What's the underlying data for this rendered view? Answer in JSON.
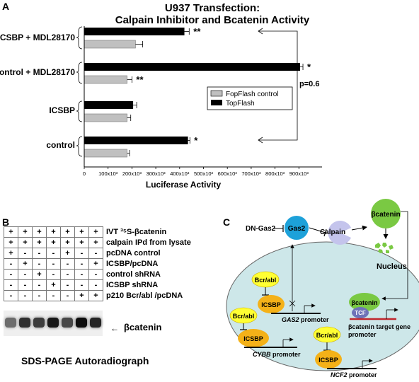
{
  "panel_a": {
    "letter": "A",
    "title_line1": "U937 Transfection:",
    "title_line2": "Calpain Inhibitor and Bcatenin Activity",
    "p_value": "p=0.6"
  },
  "chart_data": {
    "type": "bar",
    "orientation": "horizontal",
    "categories": [
      "ICSBP + MDL28170",
      "Control + MDL28170",
      "ICSBP",
      "control"
    ],
    "series": [
      {
        "name": "TopFlash",
        "color": "#000000",
        "values": [
          420000,
          905000,
          205000,
          435000
        ],
        "errors": [
          20000,
          12000,
          15000,
          8000
        ]
      },
      {
        "name": "FopFlash control",
        "color": "#c0c0c0",
        "values": [
          215000,
          180000,
          180000,
          180000
        ],
        "errors": [
          30000,
          20000,
          15000,
          10000
        ]
      }
    ],
    "significance": {
      "top": [
        "**",
        "*",
        "",
        "*"
      ],
      "fop": [
        "",
        "**",
        "",
        ""
      ]
    },
    "xlabel": "Luciferase Activity",
    "xlim": [
      0,
      1000000
    ],
    "xticks": [
      "0",
      "100x10³",
      "200x10³",
      "300x10³",
      "400x10³",
      "500x10³",
      "600x10³",
      "700x10³",
      "800x10³",
      "900x10³"
    ],
    "legend": [
      "FopFlash control",
      "TopFlash"
    ],
    "legend_position": "right-middle"
  },
  "panel_b": {
    "letter": "B",
    "rows": [
      {
        "label": "IVT ³⁵S-βcatenin",
        "cells": [
          "+",
          "+",
          "+",
          "+",
          "+",
          "+",
          "+"
        ]
      },
      {
        "label": "calpain IPd from lysate",
        "cells": [
          "+",
          "+",
          "+",
          "+",
          "+",
          "+",
          "+"
        ]
      },
      {
        "label": " pcDNA control",
        "cells": [
          "+",
          "-",
          "-",
          "-",
          "+",
          "-",
          "-"
        ]
      },
      {
        "label": "ICSBP/pcDNA",
        "cells": [
          "-",
          "+",
          "-",
          "-",
          "-",
          "-",
          "+"
        ]
      },
      {
        "label": "control shRNA",
        "cells": [
          "-",
          "-",
          "+",
          "-",
          "-",
          "-",
          "-"
        ]
      },
      {
        "label": "ICSBP shRNA",
        "cells": [
          "-",
          "-",
          "-",
          "+",
          "-",
          "-",
          "-"
        ]
      },
      {
        "label": "p210 Bcr/abl /pcDNA",
        "cells": [
          "-",
          "-",
          "-",
          "-",
          "-",
          "+",
          "+"
        ]
      }
    ],
    "band_label": "βcatenin",
    "caption": "SDS-PAGE Autoradiograph"
  },
  "panel_c": {
    "letter": "C",
    "dn_gas2": "DN-Gas2",
    "gas2": "Gas2",
    "calpain": "Calpain",
    "bcatenin_top": "βcatenin",
    "nucleus": "Nucleus",
    "bcr_abl": "Bcr/abl",
    "icsbp": "ICSBP",
    "gas2_promoter_gene": "GAS2",
    "gas2_promoter_suffix": " promoter",
    "cybb_gene": "CYBB",
    "cybb_suffix": " promoter",
    "ncf2_gene": "NCF2",
    "ncf2_suffix": " promoter",
    "bcatenin_nuc": "βcatenin",
    "tcf": "TCF",
    "target_line1": "βcatenin target gene",
    "target_line2": "promoter",
    "colors": {
      "gas2": "#1da1d9",
      "calpain": "#c4c4ec",
      "bcatenin": "#7ac943",
      "bcr_abl": "#ffff33",
      "icsbp": "#f4b118",
      "nucleus": "#cde7e9",
      "tcf": "#6e73b8",
      "promoter_red": "#c0272d"
    }
  }
}
